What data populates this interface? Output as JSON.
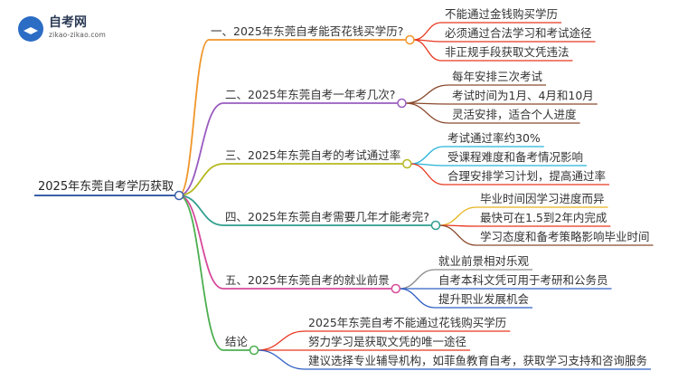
{
  "logo": {
    "title": "自考网",
    "url": "zikao-zikao.com"
  },
  "root": "2025年东莞自考学历获取",
  "branches": [
    {
      "label": "一、2025年东莞自考能否花钱买学历?",
      "color": "#f0962a",
      "leaves": [
        "不能通过金钱购买学历",
        "必须通过合法学习和考试途径",
        "非正规手段获取文凭违法"
      ]
    },
    {
      "label": "二、2025年东莞自考一年考几次?",
      "color": "#9a5bbf",
      "leaves": [
        "每年安排三次考试",
        "考试时间为1月、4月和10月",
        "灵活安排，适合个人进度"
      ]
    },
    {
      "label": "三、2025年东莞自考的考试通过率",
      "color": "#b5b81e",
      "leaves": [
        "考试通过率约30%",
        "受课程难度和备考情况影响",
        "合理安排学习计划，提高通过率"
      ]
    },
    {
      "label": "四、2025年东莞自考需要几年才能考完?",
      "color": "#2e9e8e",
      "leaves": [
        "毕业时间因学习进度而异",
        "最快可在1.5到2年内完成",
        "学习态度和备考策略影响毕业时间"
      ]
    },
    {
      "label": "五、2025年东莞自考的就业前景",
      "color": "#d64a9a",
      "leaves": [
        "就业前景相对乐观",
        "自考本科文凭可用于考研和公务员",
        "提升职业发展机会"
      ]
    },
    {
      "label": "结论",
      "color": "#4caf50",
      "leaves": [
        "2025年东莞自考不能通过花钱购买学历",
        "努力学习是获取文凭的唯一途径",
        "建议选择专业辅导机构，如菲鱼教育自考，获取学习支持和咨询服务"
      ]
    }
  ],
  "leaf_colors": [
    [
      "#e8371f",
      "#e8371f",
      "#e8371f"
    ],
    [
      "#8a4a2e",
      "#8a4a2e",
      "#8a4a2e"
    ],
    [
      "#27b3d9",
      "#27b3d9",
      "#e8371f"
    ],
    [
      "#e8b51e",
      "#e8371f",
      "#8a4a2e"
    ],
    [
      "#8a8a8a",
      "#2f5fc4",
      "#2f5fc4"
    ],
    [
      "#e8371f",
      "#e8371f",
      "#2f5fc4"
    ]
  ]
}
